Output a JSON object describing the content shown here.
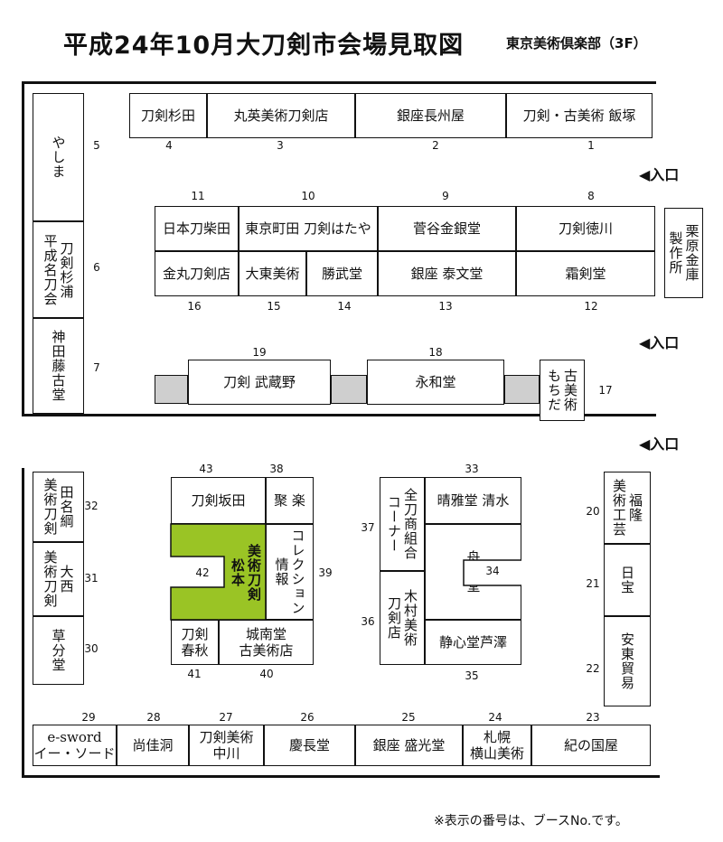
{
  "title": "平成24年10月大刀剣市会場見取図",
  "venue": "東京美術倶楽部（3F）",
  "note": "※表示の番号は、ブースNo.です。",
  "entrance_label": "◀入口",
  "booths": [
    {
      "id": "b1",
      "name": "刀剣・古美術 飯塚"
    },
    {
      "id": "b2",
      "name": "銀座長州屋"
    },
    {
      "id": "b3",
      "name": "丸英美術刀剣店"
    },
    {
      "id": "b4",
      "name": "刀剣杉田"
    },
    {
      "id": "b5",
      "name": "やしま"
    },
    {
      "id": "b6",
      "name": "刀剣杉浦\n平成名刀会"
    },
    {
      "id": "b7",
      "name": "神田藤古堂"
    },
    {
      "id": "b8",
      "name": "刀剣徳川"
    },
    {
      "id": "b9",
      "name": "菅谷金銀堂"
    },
    {
      "id": "b10",
      "name": "東京町田 刀剣はたや"
    },
    {
      "id": "b11",
      "name": "日本刀柴田"
    },
    {
      "id": "b12",
      "name": "霜剣堂"
    },
    {
      "id": "b13",
      "name": "銀座 泰文堂"
    },
    {
      "id": "b14",
      "name": "勝武堂"
    },
    {
      "id": "b15",
      "name": "大東美術"
    },
    {
      "id": "b16",
      "name": "金丸刀剣店"
    },
    {
      "id": "bk",
      "name": "栗原金庫\n製作所"
    },
    {
      "id": "b19",
      "name": "刀剣 武蔵野"
    },
    {
      "id": "b18",
      "name": "永和堂"
    },
    {
      "id": "b17",
      "name": "古美術\nもちだ"
    },
    {
      "id": "b32",
      "name": "田名綱\n美術刀剣"
    },
    {
      "id": "b31",
      "name": "大西\n美術刀剣"
    },
    {
      "id": "b30",
      "name": "草分堂"
    },
    {
      "id": "b43",
      "name": "刀剣坂田"
    },
    {
      "id": "b38",
      "name": "聚 楽"
    },
    {
      "id": "b42",
      "name": "美術刀剣\n松本"
    },
    {
      "id": "b39",
      "name": "コレクション\n情報"
    },
    {
      "id": "b41",
      "name": "刀剣\n春秋"
    },
    {
      "id": "b40",
      "name": "城南堂\n古美術店"
    },
    {
      "id": "b37",
      "name": "全刀商組合\nコーナー"
    },
    {
      "id": "b33",
      "name": "晴雅堂 清水"
    },
    {
      "id": "b34",
      "name": "舟山堂"
    },
    {
      "id": "b36",
      "name": "木村美術\n刀剣店"
    },
    {
      "id": "b35",
      "name": "静心堂芦澤"
    },
    {
      "id": "b20",
      "name": "福隆\n美術工芸"
    },
    {
      "id": "b21",
      "name": "日宝"
    },
    {
      "id": "b22",
      "name": "安東貿易"
    },
    {
      "id": "b29",
      "name": "e-sword\nイー・ソード"
    },
    {
      "id": "b28",
      "name": "尚佳洞"
    },
    {
      "id": "b27",
      "name": "刀剣美術\n中川"
    },
    {
      "id": "b26",
      "name": "慶長堂"
    },
    {
      "id": "b25",
      "name": "銀座 盛光堂"
    },
    {
      "id": "b24",
      "name": "札幌\n横山美術"
    },
    {
      "id": "b23",
      "name": "紀の国屋"
    }
  ],
  "numbers": [
    "1",
    "2",
    "3",
    "4",
    "5",
    "6",
    "7",
    "8",
    "9",
    "10",
    "11",
    "12",
    "13",
    "14",
    "15",
    "16",
    "17",
    "18",
    "19",
    "20",
    "21",
    "22",
    "23",
    "24",
    "25",
    "26",
    "27",
    "28",
    "29",
    "30",
    "31",
    "32",
    "33",
    "34",
    "35",
    "36",
    "37",
    "38",
    "39",
    "40",
    "41",
    "42",
    "43"
  ]
}
